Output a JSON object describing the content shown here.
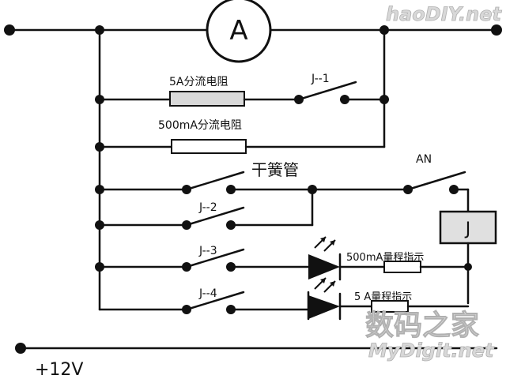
{
  "labels": {
    "ammeter": "A",
    "shunt_5a": "5A分流电阻",
    "shunt_500ma": "500mA分流电阻",
    "j1": "J--1",
    "reed": "干簧管",
    "an": "AN",
    "j2": "J--2",
    "j3": "J--3",
    "j4": "J--4",
    "relay": "J",
    "ind_500ma": "500mA量程指示",
    "ind_5a": "5 A量程指示",
    "supply": "+12V"
  },
  "watermark": {
    "top": "haoDIY.net",
    "bottom_cn": "数码之家",
    "bottom_en": "MyDigit.net"
  },
  "colors": {
    "line": "#111111",
    "shunt_5a_fill": "#d9d9d9",
    "relay_fill": "#e0e0e0",
    "watermark": "#b0b0b0"
  }
}
